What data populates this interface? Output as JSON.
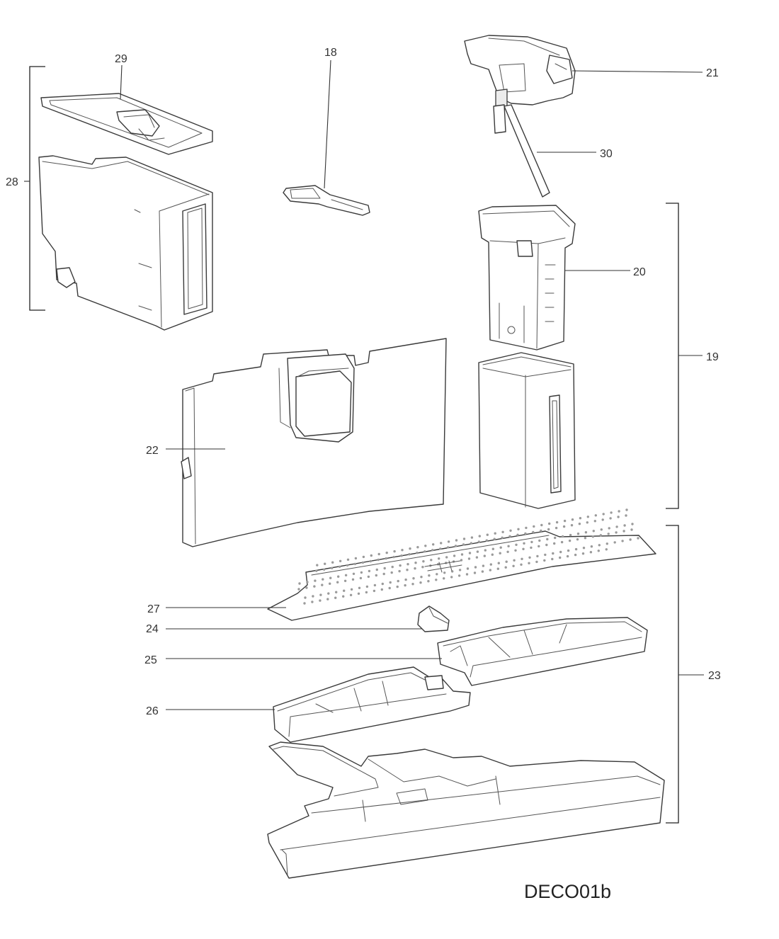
{
  "callouts": {
    "c18": "18",
    "c19": "19",
    "c20": "20",
    "c21": "21",
    "c22": "22",
    "c23": "23",
    "c24": "24",
    "c25": "25",
    "c26": "26",
    "c27": "27",
    "c28": "28",
    "c29": "29",
    "c30": "30"
  },
  "diagram_code": "DECO01b",
  "colors": {
    "line": "#3a3a3a",
    "text": "#333333",
    "background": "#ffffff"
  }
}
